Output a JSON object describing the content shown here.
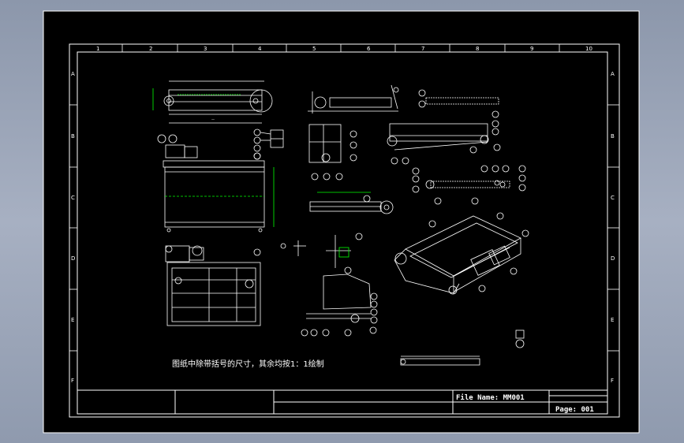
{
  "drawing": {
    "note": "图纸中除带括号的尺寸，其余均按1：1绘制",
    "file_name": "File Name: MM001",
    "page": "Page: 001",
    "columns": [
      "1",
      "2",
      "3",
      "4",
      "5",
      "6",
      "7",
      "8",
      "9",
      "10"
    ],
    "rows": [
      "A",
      "B",
      "C",
      "D",
      "E",
      "F"
    ]
  },
  "colors": {
    "sheet": "#000000",
    "line": "#ffffff",
    "dimension": "#00ff00",
    "background": "#98a2b6"
  }
}
